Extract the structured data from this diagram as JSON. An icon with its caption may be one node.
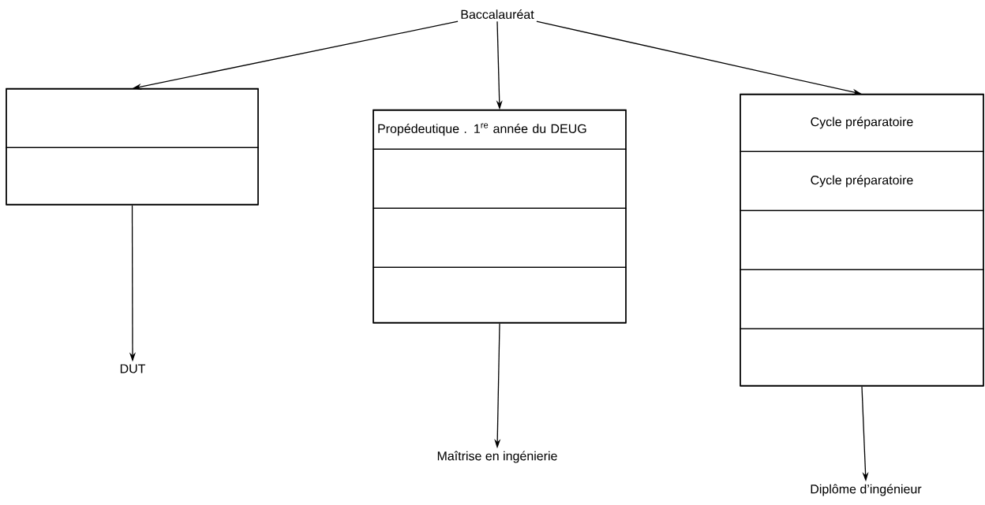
{
  "diagram": {
    "nodes": [
      {
        "text": [
          "Baccalauréat"
        ]
      },
      {
        "text": [],
        "shape": "box"
      },
      {
        "text": [],
        "shape": "box",
        "in": 1
      },
      {
        "text": [],
        "shape": "box",
        "in": 1
      },
      {
        "text": [
          "DUT"
        ]
      },
      {
        "text": [],
        "shape": "box"
      },
      {
        "text": [
          "Propédeutique . 1$^{re}$ année du DEUG"
        ],
        "in": 5
      },
      {
        "text": [],
        "shape": "box",
        "in": 5
      },
      {
        "text": [],
        "shape": "box",
        "in": 5
      },
      {
        "text": [],
        "shape": "box",
        "in": 5
      },
      {
        "text": [
          "Maîtrise en ingénierie"
        ]
      },
      {
        "text": [],
        "shape": "box"
      },
      {
        "text": [
          "Cycle préparatoire"
        ],
        "in": 11
      },
      {
        "text": [
          "Cycle préparatoire"
        ],
        "in": 11
      },
      {
        "text": [],
        "shape": "box",
        "in": 11
      },
      {
        "text": [],
        "shape": "box",
        "in": 11
      },
      {
        "text": [],
        "shape": "box",
        "in": 11
      },
      {
        "text": [
          "Diplôme d’ingénieur"
        ]
      }
    ],
    "edges": [
      {
        "from": 0,
        "to": 1,
        "arrow": "to"
      },
      {
        "from": 0,
        "to": 5,
        "arrow": "to"
      },
      {
        "from": 0,
        "to": 11,
        "arrow": "to"
      },
      {
        "from": 1,
        "to": 4,
        "arrow": "to"
      },
      {
        "from": 5,
        "to": 10,
        "arrow": "to"
      },
      {
        "from": 11,
        "to": 17,
        "arrow": "to"
      }
    ]
  }
}
